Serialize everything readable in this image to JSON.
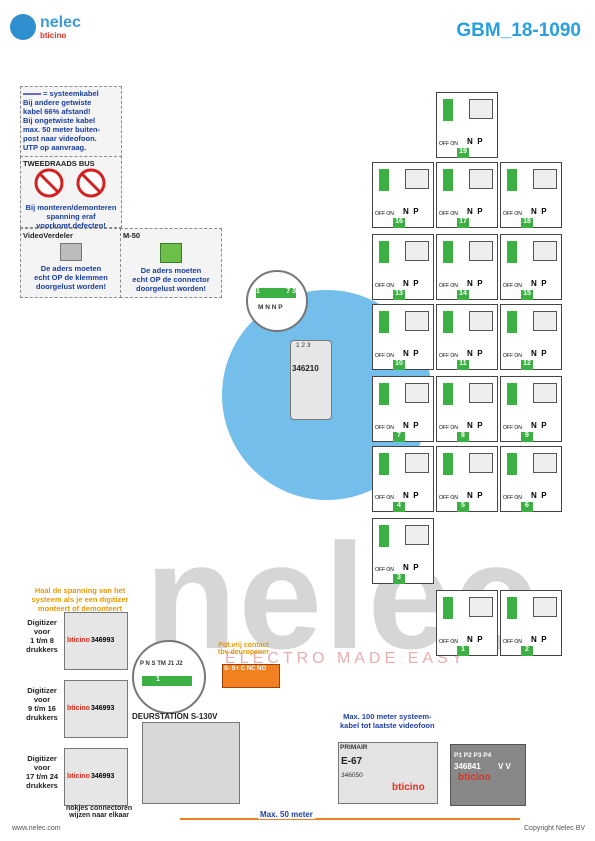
{
  "header": {
    "brand": "nelec",
    "brand_sub": "bticino",
    "code": "GBM_18-1090"
  },
  "legend": {
    "cable_label": "= systeemkabel",
    "text": [
      "Bij andere getwiste",
      "kabel 66% afstand!",
      "Bij ongetwiste kabel",
      "max. 50 meter buiten-",
      "post naar videofoon.",
      "UTP op aanvraag."
    ]
  },
  "bus_panel": {
    "title": "TWEEDRAADS BUS",
    "warn": [
      "Bij monteren/demonteren",
      "spanning eraf",
      "voorkomt defecten!"
    ]
  },
  "vv_panel": {
    "title": "VideoVerdeler",
    "note": [
      "De aders moeten",
      "echt OP de klemmen",
      "doorgelust worden!"
    ]
  },
  "m50_panel": {
    "title": "M-50",
    "note": [
      "De aders moeten",
      "echt OP de connector",
      "doorgelust worden!"
    ]
  },
  "interface": {
    "code": "346210",
    "top_left": "1",
    "top_right": "7 3",
    "terms": "M N N P",
    "pins": "1 2 3"
  },
  "apartments": [
    {
      "n": "19"
    },
    {
      "n": "16"
    },
    {
      "n": "17"
    },
    {
      "n": "18"
    },
    {
      "n": "13"
    },
    {
      "n": "14"
    },
    {
      "n": "15"
    },
    {
      "n": "10"
    },
    {
      "n": "11"
    },
    {
      "n": "12"
    },
    {
      "n": "7"
    },
    {
      "n": "8"
    },
    {
      "n": "9"
    },
    {
      "n": "4"
    },
    {
      "n": "5"
    },
    {
      "n": "6"
    },
    {
      "n": "3"
    },
    {
      "n": "1"
    },
    {
      "n": "2"
    }
  ],
  "terms": {
    "n": "N",
    "p": "P",
    "offon": "OFF ON"
  },
  "digitizer_note": [
    "Haal de spanning van het",
    "systeem als je een digitizer",
    "monteert of demonteert"
  ],
  "digitizers": [
    {
      "label": [
        "Digitizer",
        "voor",
        "1 t/m 8",
        "drukkers"
      ],
      "code": "346993"
    },
    {
      "label": [
        "Digitizer",
        "voor",
        "9 t/m 16",
        "drukkers"
      ],
      "code": "346993"
    },
    {
      "label": [
        "Digitizer",
        "voor",
        "17 t/m 24",
        "drukkers"
      ],
      "code": "346993"
    }
  ],
  "nokjes": [
    "nokjes connectoren",
    "wijzen naar elkaar"
  ],
  "connector": {
    "labels": "P N S TM J1 J2",
    "num": "1"
  },
  "contact": {
    "title": [
      "Pot.vrij contact",
      "tbv deuropener"
    ],
    "labels": "S- S+ C NC NO"
  },
  "deurstation": "DEURSTATION S-130V",
  "max100": [
    "Max. 100 meter systeem-",
    "kabel tot laatste videofoon"
  ],
  "psu": {
    "primair": "PRIMAIR",
    "code": "E-67",
    "sub": "346050",
    "brand": "bticino"
  },
  "splitter": {
    "labels": "P1 P2 P3 P4",
    "code": "346841",
    "vv": "V V",
    "brand": "bticino"
  },
  "max50": "Max. 50 meter",
  "footer": {
    "left": "www.nelec.com",
    "right": "Copyright Nelec BV"
  },
  "watermark": {
    "big": "nelec",
    "small": "ELECTRO MADE EASY"
  },
  "colors": {
    "accent": "#28a0e0",
    "green": "#3cb043",
    "orange": "#f08020",
    "red": "#d42020"
  }
}
